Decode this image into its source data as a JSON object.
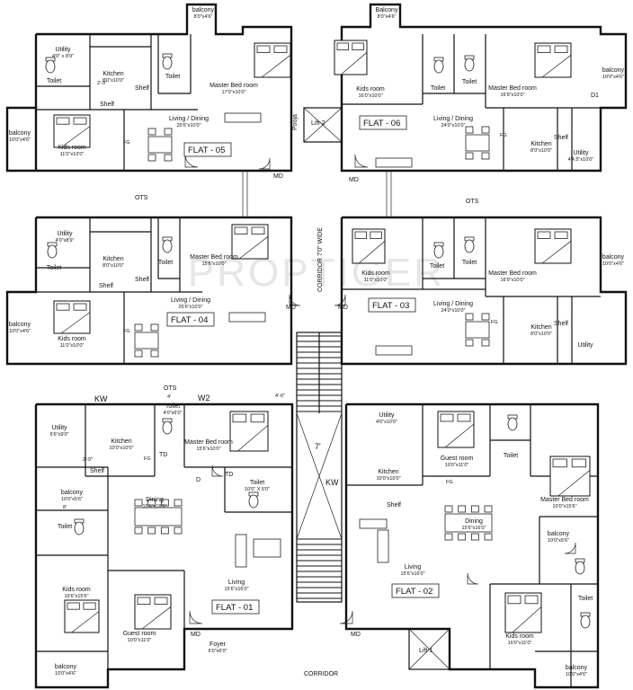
{
  "watermark": "PROPTIGER",
  "corridor_vertical": "CORRIDOR 7'0\" WIDE",
  "corridor_bottom": "CORRIDOR",
  "ots": "OTS",
  "md": "MD",
  "lift1": "Lift-1",
  "lift2": "Lift-2",
  "pooja": "Pooja",
  "seven": "7'",
  "kw": "KW",
  "w2": "W2",
  "d": "D",
  "td": "TD",
  "d1": "D1",
  "fg": "FG",
  "m": "M",
  "dim_4": "4'",
  "dim_29": "2'-9\"",
  "dim_26": "4'-6\"",
  "dim_8": "8'",
  "flats": {
    "f05": "FLAT - 05",
    "f06": "FLAT - 06",
    "f04": "FLAT - 04",
    "f03": "FLAT - 03",
    "f01": "FLAT - 01",
    "f02": "FLAT - 02"
  },
  "rooms": {
    "f05_balcony_top": {
      "name": "balcony",
      "dim": "8'0\"x4'6\""
    },
    "f05_utility": {
      "name": "Utility",
      "dim": "4'0\" x 8'9\""
    },
    "f05_kitchen": {
      "name": "Kitchen",
      "dim": "8'0\"x10'0\""
    },
    "f05_toilet1": {
      "name": "Toilet"
    },
    "f05_toilet2": {
      "name": "Toilet"
    },
    "f05_shelf1": {
      "name": "Shelf"
    },
    "f05_shelf2": {
      "name": "Shelf"
    },
    "f05_master": {
      "name": "Master Bed room",
      "dim": "17'0\"x10'0\""
    },
    "f05_living": {
      "name": "Living / Dining",
      "dim": "25'6\"x10'0\""
    },
    "f05_balcony_left": {
      "name": "balcony",
      "dim": "10'0\"x4'6\""
    },
    "f05_kids": {
      "name": "Kids room",
      "dim": "11'0\"x10'0\""
    },
    "f06_balcony_top": {
      "name": "Balcony",
      "dim": "8'0\"x4'6\""
    },
    "f06_kids": {
      "name": "Kids room",
      "dim": "16'0\"x10'0\""
    },
    "f06_toilet1": {
      "name": "Toilet"
    },
    "f06_toilet2": {
      "name": "Toilet"
    },
    "f06_master": {
      "name": "Master Bed room",
      "dim": "16'9\"x10'0\""
    },
    "f06_balcony_right": {
      "name": "balcony",
      "dim": "10'0\"x4'6\""
    },
    "f06_living": {
      "name": "Living / Dining",
      "dim": "24'0\"x10'0\""
    },
    "f06_kitchen": {
      "name": "Kitchen",
      "dim": "8'0\"x10'0\""
    },
    "f06_shelf": {
      "name": "Shelf"
    },
    "f06_utility": {
      "name": "Utility",
      "dim": "4'4.5\"x10'0\""
    },
    "f04_utility": {
      "name": "Utility",
      "dim": "4'0\"x8'9\""
    },
    "f04_kitchen": {
      "name": "Kitchen",
      "dim": "8'0\"x10'0\""
    },
    "f04_toilet1": {
      "name": "Toilet"
    },
    "f04_toilet2": {
      "name": "Toilet"
    },
    "f04_shelf1": {
      "name": "Shelf"
    },
    "f04_shelf2": {
      "name": "Shelf"
    },
    "f04_master": {
      "name": "Master Bed room",
      "dim": "15'6\"x10'0\""
    },
    "f04_living": {
      "name": "Living / Dining",
      "dim": "25'6\"x10'0\""
    },
    "f04_balcony": {
      "name": "balcony",
      "dim": "10'0\"x4'6\""
    },
    "f04_kids": {
      "name": "Kids room",
      "dim": "11'0\"x10'0\""
    },
    "f03_kids": {
      "name": "Kids room",
      "dim": "11'0\"x10'0\""
    },
    "f03_toilet1": {
      "name": "Toilet"
    },
    "f03_toilet2": {
      "name": "Toilet"
    },
    "f03_master": {
      "name": "Master Bed room",
      "dim": "16'9\"x10'0\""
    },
    "f03_balcony": {
      "name": "balcony",
      "dim": "10'0\"x4'6\""
    },
    "f03_living": {
      "name": "Living / Dining",
      "dim": "24'0\"x10'0\""
    },
    "f03_kitchen": {
      "name": "Kitchen",
      "dim": "8'0\"x10'0\""
    },
    "f03_shelf": {
      "name": "Shelf"
    },
    "f03_utility": {
      "name": "Utility"
    },
    "f01_ots_toilet": {
      "name": "Toilet",
      "dim": "4'0\"x6'0\""
    },
    "f01_utility": {
      "name": "Utility",
      "dim": "6'6\"x9'0\""
    },
    "f01_kitchen": {
      "name": "Kitchen",
      "dim": "10'0\"x10'0\""
    },
    "f01_shelf": {
      "name": "Shelf"
    },
    "f01_master": {
      "name": "Master Bed room",
      "dim": "15'6\"x10'0\""
    },
    "f01_toilet_m": {
      "name": "Toilet",
      "dim": "10'0\" X 5'0\""
    },
    "f01_balcony_mid": {
      "name": "balcony",
      "dim": "10'0\"x5'6\""
    },
    "f01_toilet_left": {
      "name": "Toilet"
    },
    "f01_dining": {
      "name": "Dining",
      "dim": "15'6\"x16'0\""
    },
    "f01_kids": {
      "name": "Kids room",
      "dim": "10'6\"x15'6\""
    },
    "f01_guest": {
      "name": "Guest room",
      "dim": "10'0\"x11'0\""
    },
    "f01_living": {
      "name": "Living",
      "dim": "15'6\"x16'0\""
    },
    "f01_foyer": {
      "name": "Foyer",
      "dim": "6'0\"x6'0\""
    },
    "f01_balcony_bottom": {
      "name": "balcony",
      "dim": "10'0\"x4'6\""
    },
    "f02_utility": {
      "name": "Utility",
      "dim": "4'6\"x10'0\""
    },
    "f02_guest": {
      "name": "Guest room",
      "dim": "10'0\"x11'0\""
    },
    "f02_toilet1": {
      "name": "Toilet"
    },
    "f02_kitchen": {
      "name": "Kitchen",
      "dim": "10'0\"x10'0\""
    },
    "f02_shelf": {
      "name": "Shelf"
    },
    "f02_master": {
      "name": "Master Bed room",
      "dim": "10'0\"x15'6\""
    },
    "f02_dining": {
      "name": "Dining",
      "dim": "15'6\"x16'0\""
    },
    "f02_balcony_mid": {
      "name": "balcony",
      "dim": "10'0\"x5'6\""
    },
    "f02_living": {
      "name": "Living",
      "dim": "15'6\"x16'0\""
    },
    "f02_toilet2": {
      "name": "Toilet"
    },
    "f02_kids": {
      "name": "Kids room",
      "dim": "16'0\"x11'0\""
    },
    "f02_balcony_bottom": {
      "name": "balcony",
      "dim": "10'0\"x4'6\""
    }
  }
}
